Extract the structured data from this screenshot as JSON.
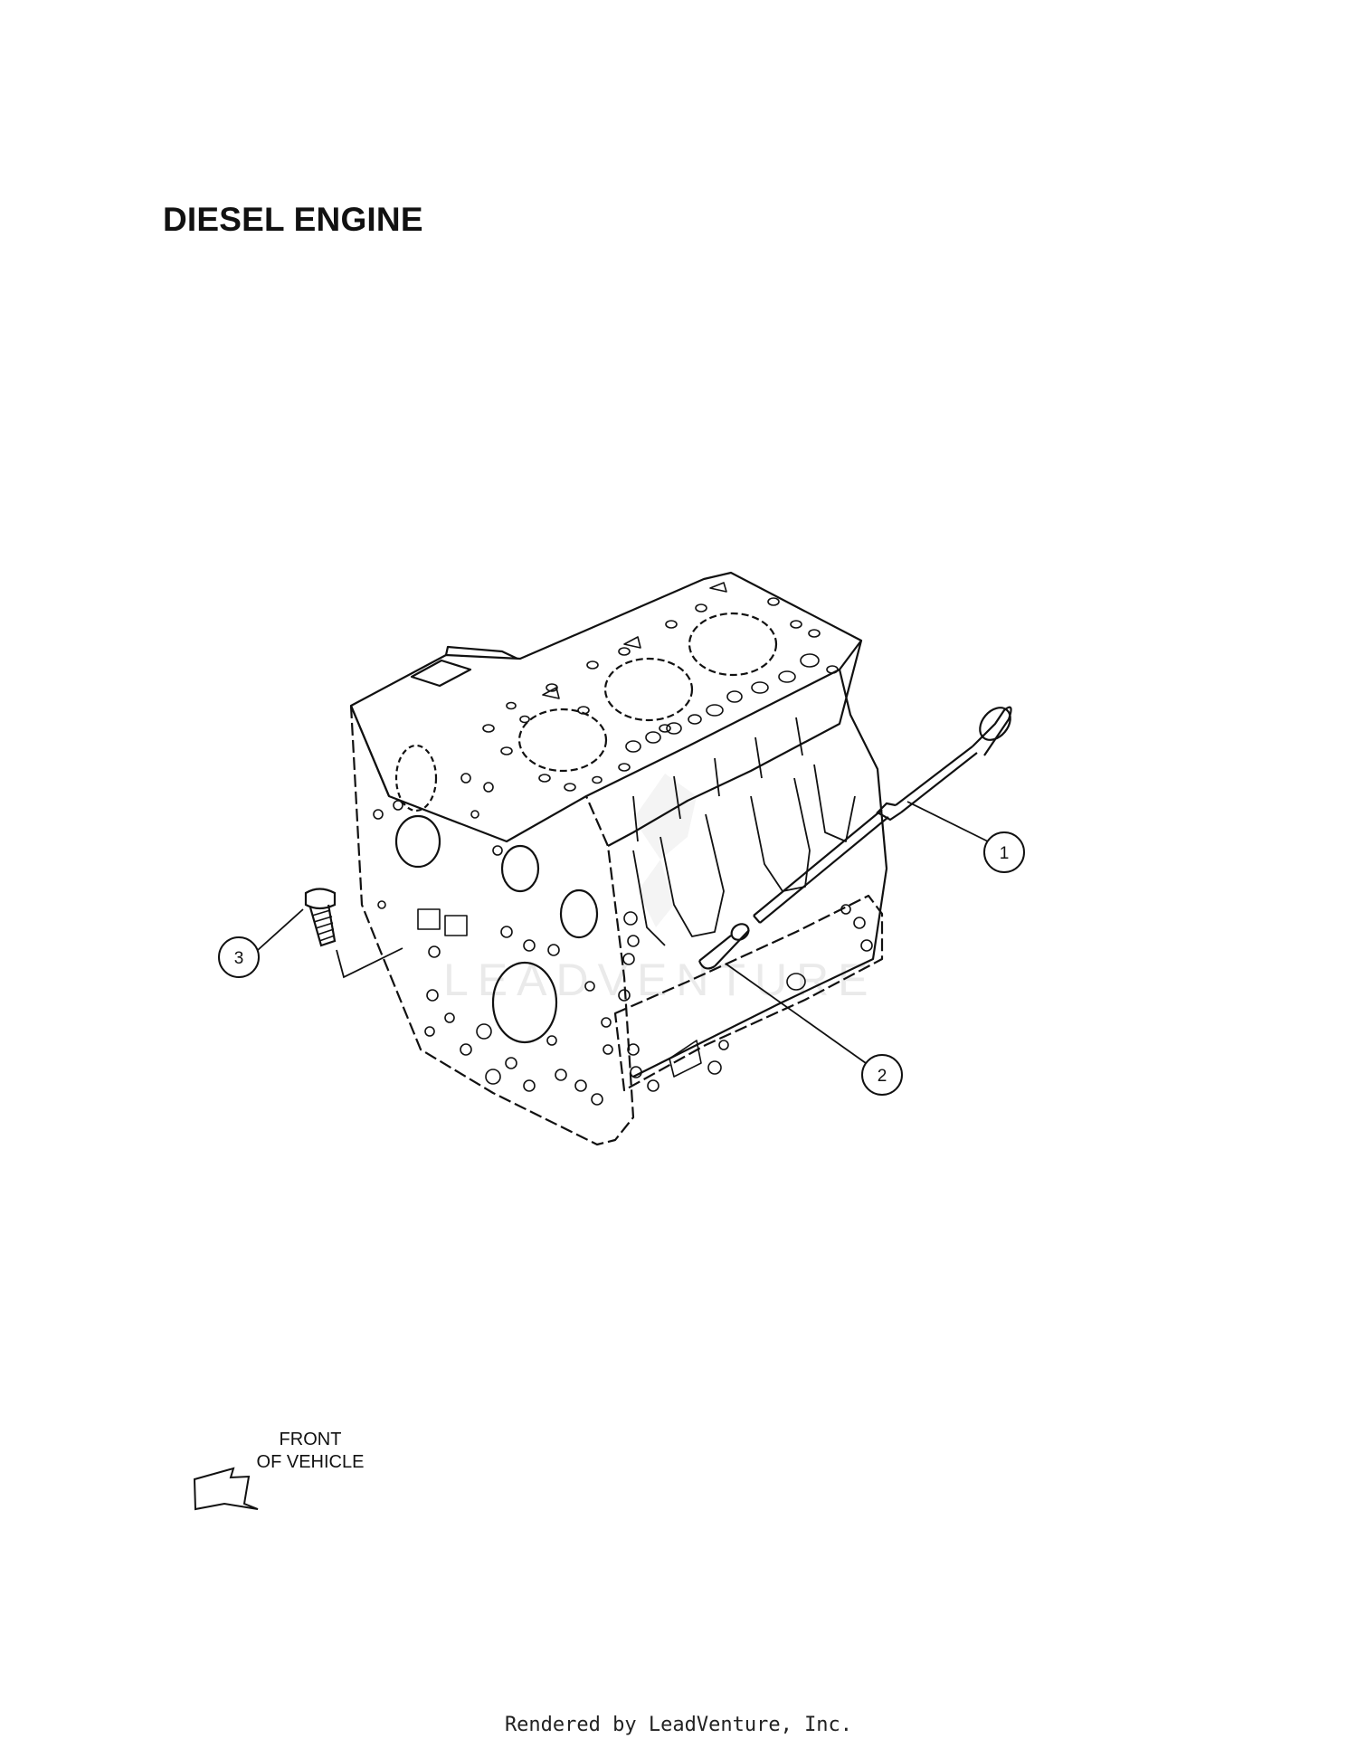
{
  "page": {
    "title": "DIESEL ENGINE",
    "footer": "Rendered by LeadVenture, Inc."
  },
  "diagram": {
    "watermark": "LEADVENTURE",
    "callouts": [
      {
        "number": "1",
        "part": "dipstick"
      },
      {
        "number": "2",
        "part": "dipstick-tube"
      },
      {
        "number": "3",
        "part": "bolt"
      }
    ],
    "direction": {
      "line1": "FRONT",
      "line2": "OF VEHICLE",
      "icon": "arrow-left-icon"
    },
    "colors": {
      "line": "#111111",
      "watermark": "#d9d9d9",
      "background": "#ffffff"
    }
  }
}
